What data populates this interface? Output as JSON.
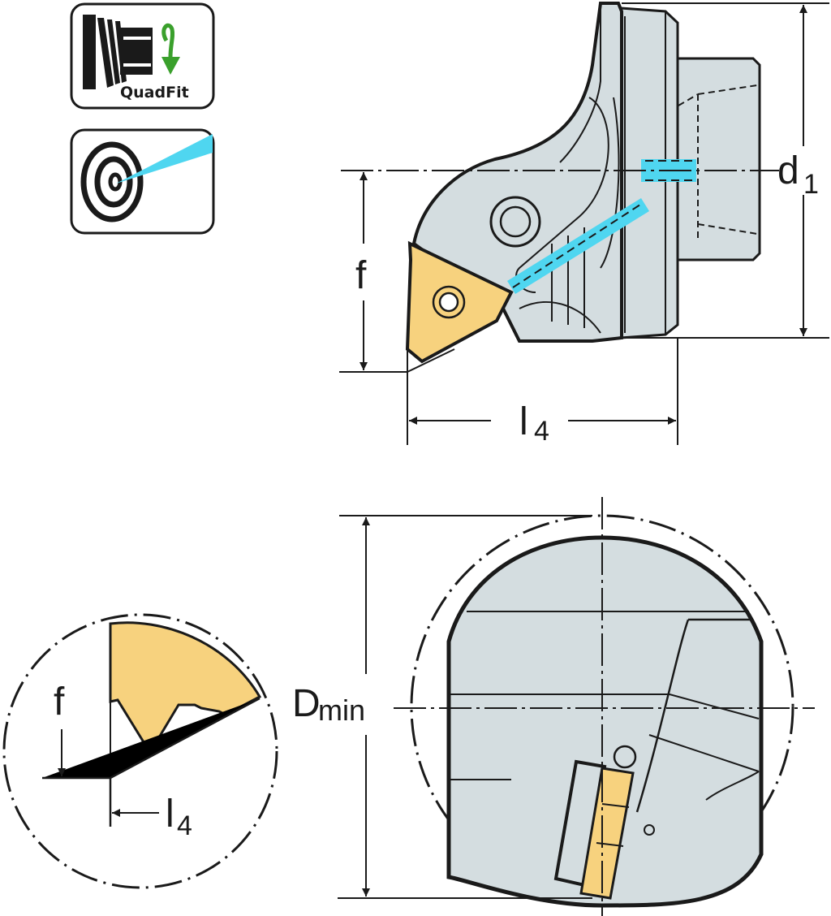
{
  "colors": {
    "body": "#d4dde0",
    "insert": "#f7d27e",
    "coolant": "#4fd6f0",
    "line": "#1a1a1a",
    "arrow_green": "#3aa02c"
  },
  "icons": {
    "quadfit": {
      "label": "QuadFit"
    },
    "coolant_target": {
      "label": ""
    }
  },
  "side_view": {
    "dim_f": "f",
    "dim_d1_main": "d",
    "dim_d1_sub": "1",
    "dim_l4_main": "l",
    "dim_l4_sub": "4"
  },
  "detail_view": {
    "dim_f": "f",
    "dim_l4_main": "l",
    "dim_l4_sub": "4"
  },
  "front_view": {
    "dim_dmin_main": "D",
    "dim_dmin_sub": "min"
  }
}
